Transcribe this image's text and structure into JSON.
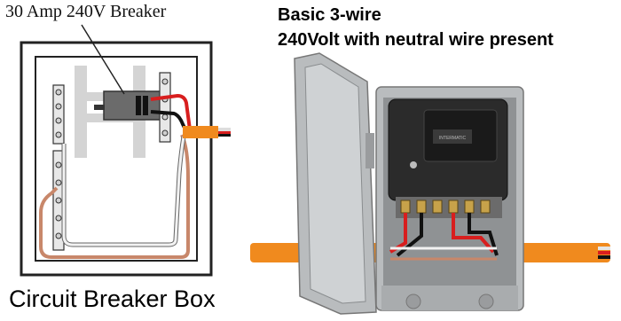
{
  "left_diagram": {
    "breaker_label": "30 Amp 240V Breaker",
    "caption": "Circuit Breaker Box"
  },
  "right_diagram": {
    "title_line1": "Basic 3-wire",
    "title_line2": "240Volt with neutral wire present",
    "brand_mark": "INTERMATIC"
  },
  "colors": {
    "orange_cable": "#f08a1e",
    "copper_ground": "#c8876a",
    "hot_red": "#d81e1e",
    "hot_black": "#111111",
    "neutral_white": "#f2f2f2",
    "enclosure_gray": "#b9bcbe"
  }
}
